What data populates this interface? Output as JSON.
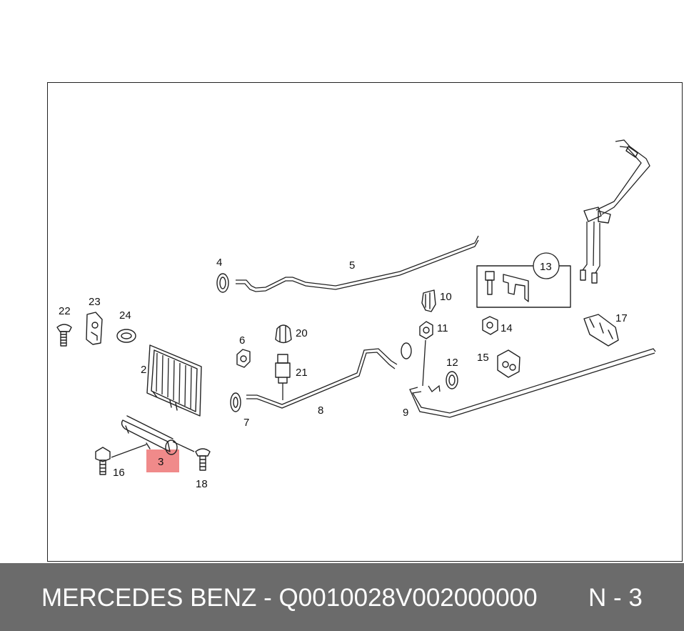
{
  "labels": {
    "p2": "2",
    "p3": "3",
    "p4": "4",
    "p5": "5",
    "p6": "6",
    "p7": "7",
    "p8": "8",
    "p9": "9",
    "p10": "10",
    "p11": "11",
    "p12": "12",
    "p13": "13",
    "p14": "14",
    "p15": "15",
    "p16": "16",
    "p17": "17",
    "p18": "18",
    "p20": "20",
    "p21": "21",
    "p22": "22",
    "p23": "23",
    "p24": "24"
  },
  "highlight_color": "#f08a8a",
  "footer": {
    "brand_code": "MERCEDES BENZ - Q0010028V002000000",
    "position": "N - 3"
  }
}
